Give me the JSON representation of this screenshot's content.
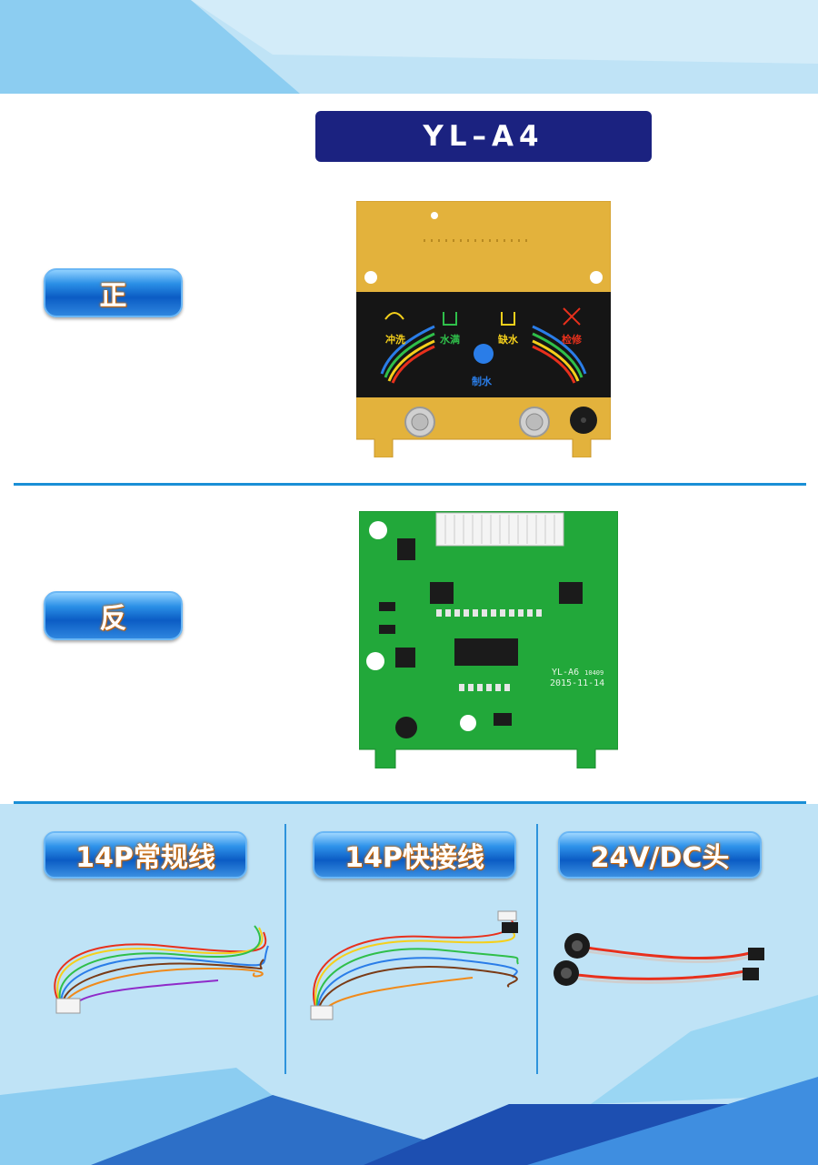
{
  "model": {
    "title": "YL–A4"
  },
  "sections": {
    "front_label": "正",
    "back_label": "反"
  },
  "front_panel": {
    "buttons": [
      "冲洗",
      "水满",
      "缺水",
      "检修"
    ],
    "center_label": "制水"
  },
  "back_board": {
    "silkscreen_model": "YL-A6",
    "silkscreen_code": "10409",
    "silkscreen_date": "2015-11-14"
  },
  "accessories": [
    {
      "label": "14P常规线"
    },
    {
      "label": "14P快接线"
    },
    {
      "label": "24V/DC头"
    }
  ],
  "colors": {
    "title_bg": "#1b2280",
    "divider": "#1a8fd6",
    "board_gold": "#e3b23c",
    "board_green": "#22a83a",
    "background_light_blue": "#bfe3f6"
  }
}
